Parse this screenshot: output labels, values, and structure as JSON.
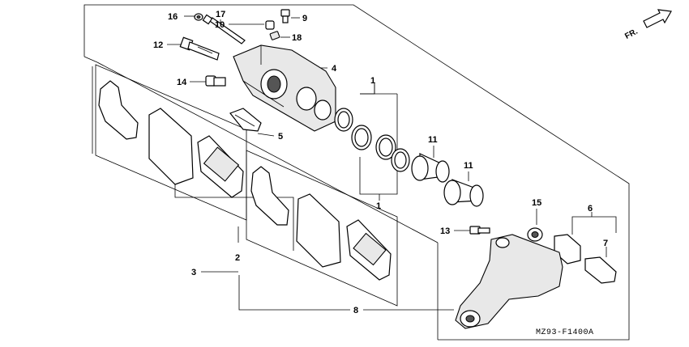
{
  "callouts": {
    "c1_top": "1",
    "c1_bottom": "1",
    "c2": "2",
    "c3": "3",
    "c4": "4",
    "c5": "5",
    "c6": "6",
    "c7": "7",
    "c8": "8",
    "c9": "9",
    "c10": "10",
    "c11_a": "11",
    "c11_b": "11",
    "c12": "12",
    "c13": "13",
    "c14": "14",
    "c15": "15",
    "c16": "16",
    "c17": "17",
    "c18": "18"
  },
  "direction_label": "FR.",
  "diagram_code": "MZ93-F1400A"
}
